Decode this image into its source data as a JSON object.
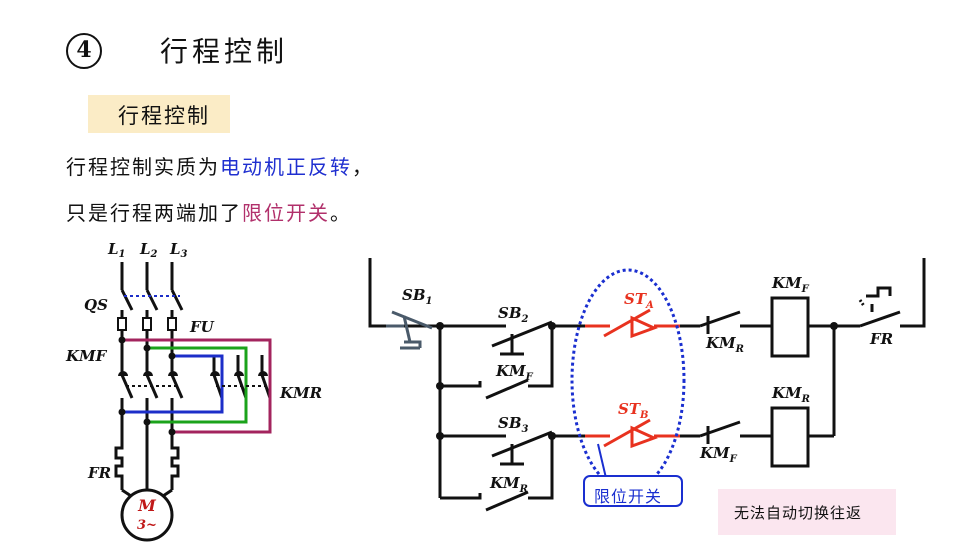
{
  "heading": {
    "number": "4",
    "title": "行程控制"
  },
  "subtitle": "行程控制",
  "body": {
    "line1": {
      "prefix": "行程控制实质为",
      "highlight": "电动机正反转",
      "suffix": "，"
    },
    "line2": {
      "prefix": "只是行程两端加了",
      "highlight": "限位开关",
      "suffix": "。"
    }
  },
  "left_circuit": {
    "phase_labels": [
      "L",
      "L",
      "L"
    ],
    "phase_subs": [
      "1",
      "2",
      "3"
    ],
    "qs": "QS",
    "fu": "FU",
    "kmf": "KMF",
    "kmr": "KMR",
    "fr": "FR",
    "motor": {
      "name": "M",
      "type": "3~"
    }
  },
  "control_circuit": {
    "sb1": {
      "base": "SB",
      "sub": "1"
    },
    "sb2": {
      "base": "SB",
      "sub": "2"
    },
    "sb3": {
      "base": "SB",
      "sub": "3"
    },
    "km_f_contact": {
      "base": "KM",
      "sub": "F"
    },
    "km_r_contact": {
      "base": "KM",
      "sub": "R"
    },
    "km_r_interlock": {
      "base": "KM",
      "sub": "R"
    },
    "km_f_interlock": {
      "base": "KM",
      "sub": "F"
    },
    "st_a": {
      "base": "ST",
      "sub": "A"
    },
    "st_b": {
      "base": "ST",
      "sub": "B"
    },
    "coil_f": {
      "base": "KM",
      "sub": "F"
    },
    "coil_r": {
      "base": "KM",
      "sub": "R"
    },
    "fr": "FR"
  },
  "callout": "限位开关",
  "note": "无法自动切换往返",
  "colors": {
    "blue_text": "#1f2fd0",
    "magenta_text": "#b1306b",
    "limit_switch": "#e8321f",
    "subtitle_bg": "#fbecc6",
    "note_bg": "#fbe6ef",
    "dotted_ellipse": "#1a2fd0"
  }
}
